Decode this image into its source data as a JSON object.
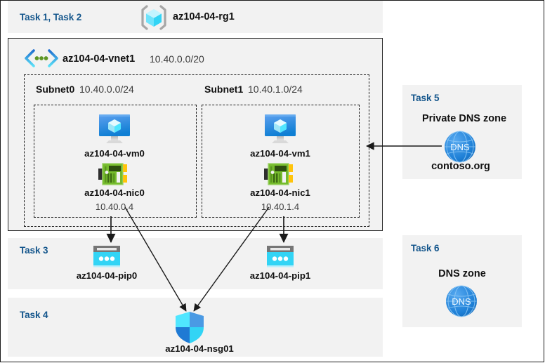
{
  "diagram": {
    "title_area": {
      "task_label": "Task 1, Task 2",
      "resource_group_name": "az104-04-rg1",
      "resource_group_icon": "resource-group-cube-icon"
    },
    "vnet": {
      "icon": "virtual-network-icon",
      "name": "az104-04-vnet1",
      "address_space": "10.40.0.0/20",
      "subnets": [
        {
          "name": "Subnet0",
          "cidr": "10.40.0.0/24",
          "vm": {
            "icon": "virtual-machine-icon",
            "name": "az104-04-vm0"
          },
          "nic": {
            "icon": "network-interface-icon",
            "name": "az104-04-nic0",
            "ip": "10.40.0.4"
          }
        },
        {
          "name": "Subnet1",
          "cidr": "10.40.1.0/24",
          "vm": {
            "icon": "virtual-machine-icon",
            "name": "az104-04-vm1"
          },
          "nic": {
            "icon": "network-interface-icon",
            "name": "az104-04-nic1",
            "ip": "10.40.1.4"
          }
        }
      ]
    },
    "task3": {
      "label": "Task 3",
      "pip0": {
        "icon": "public-ip-address-icon",
        "name": "az104-04-pip0"
      },
      "pip1": {
        "icon": "public-ip-address-icon",
        "name": "az104-04-pip1"
      }
    },
    "task4": {
      "label": "Task 4",
      "nsg": {
        "icon": "network-security-group-shield-icon",
        "name": "az104-04-nsg01"
      }
    },
    "task5": {
      "label": "Task 5",
      "heading": "Private DNS zone",
      "icon": "dns-globe-icon",
      "icon_text": "DNS",
      "zone_name": "contoso.org"
    },
    "task6": {
      "label": "Task 6",
      "heading": "DNS zone",
      "icon": "dns-globe-icon",
      "icon_text": "DNS"
    },
    "colors": {
      "task_label": "#14568c",
      "panel_bg": "#f2f2f2",
      "page_bg": "#ffffff",
      "azure_cyan": "#50e6ff",
      "azure_blue": "#0078d4",
      "nic_green": "#5e9624",
      "arrow": "#1a1a1a"
    }
  }
}
